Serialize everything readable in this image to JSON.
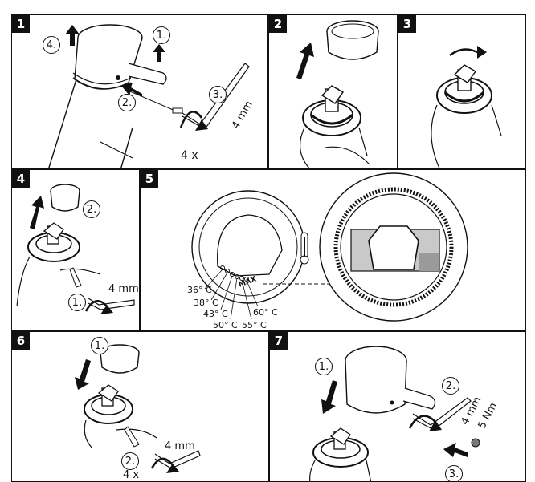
{
  "steps": [
    {
      "num": "1"
    },
    {
      "num": "2"
    },
    {
      "num": "3"
    },
    {
      "num": "4"
    },
    {
      "num": "5"
    },
    {
      "num": "6"
    },
    {
      "num": "7"
    }
  ],
  "step1": {
    "c1": "1.",
    "c2": "2.",
    "c3": "3.",
    "c4": "4.",
    "tool": "4 mm",
    "count": "4 x"
  },
  "step4": {
    "c1": "1.",
    "c2": "2.",
    "tool": "4 mm"
  },
  "step5": {
    "temps": [
      "36° C",
      "38° C",
      "43° C",
      "50° C",
      "55° C",
      "60° C"
    ],
    "max": "MAX"
  },
  "step6": {
    "c1": "1.",
    "c2": "2.",
    "tool": "4 mm",
    "count": "4 x"
  },
  "step7": {
    "c1": "1.",
    "c2": "2.",
    "c3": "3.",
    "tool": "4 mm",
    "torque": "5 Nm"
  }
}
